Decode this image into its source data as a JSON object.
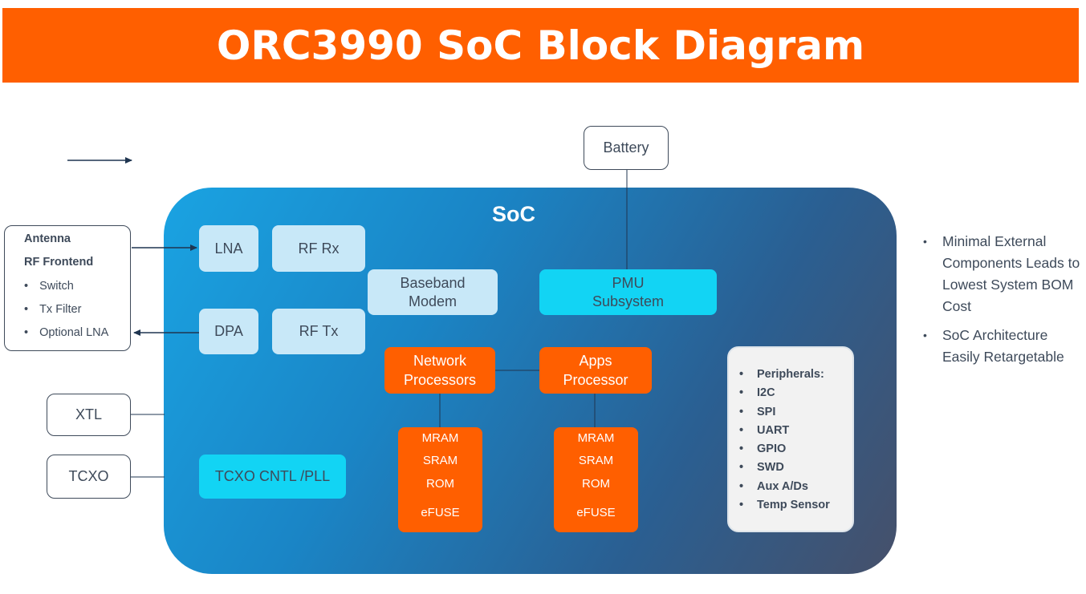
{
  "title": "ORC3990 SoC Block Diagram",
  "soc_label": "SoC",
  "battery": "Battery",
  "rf_frontend": {
    "line1": "Antenna",
    "line2": "RF Frontend",
    "bullets": [
      "Switch",
      "Tx Filter",
      "Optional LNA"
    ]
  },
  "xtl": "XTL",
  "tcxo": "TCXO",
  "blocks": {
    "lna": "LNA",
    "rf_rx": "RF Rx",
    "dpa": "DPA",
    "rf_tx": "RF Tx",
    "baseband": [
      "Baseband",
      "Modem"
    ],
    "pmu": [
      "PMU",
      "Subsystem"
    ],
    "network": [
      "Network",
      "Processors"
    ],
    "apps": [
      "Apps",
      "Processor"
    ],
    "tcxo_pll": "TCXO CNTL /PLL"
  },
  "memory_left": [
    "MRAM",
    "SRAM",
    "ROM",
    "eFUSE"
  ],
  "memory_right": [
    "MRAM",
    "SRAM",
    "ROM",
    "eFUSE"
  ],
  "peripherals": [
    "Peripherals:",
    "I2C",
    "SPI",
    "UART",
    "GPIO",
    "SWD",
    "Aux A/Ds",
    "Temp Sensor"
  ],
  "notes": [
    "Minimal External Components Leads to Lowest System BOM Cost",
    "SoC Architecture Easily Retargetable"
  ],
  "colors": {
    "accent_orange": "#ff5f00",
    "text_dark": "#3e4a5a",
    "cyan": "#12d4f4",
    "light_blue": "#c8e8f8"
  }
}
